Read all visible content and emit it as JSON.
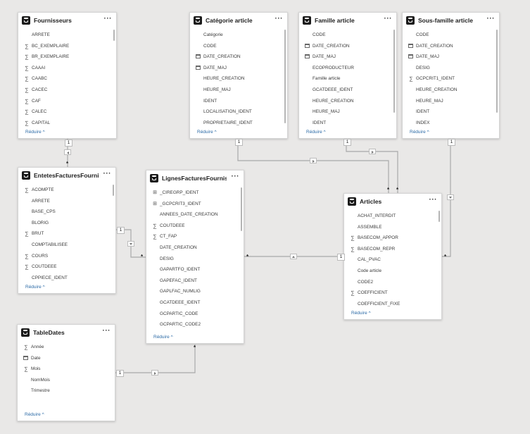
{
  "labels": {
    "collapse": "Réduire ^"
  },
  "cardinality": {
    "one": "1",
    "many": "*"
  },
  "icons": {
    "more": "more-options-icon",
    "table": "table-icon",
    "sum": "sum-icon",
    "calendar": "calendar-icon",
    "geo": "geo-hierarchy-icon"
  },
  "tables": [
    {
      "id": "fournisseurs",
      "title": "Fournisseurs",
      "fields": [
        {
          "name": "ARRETE",
          "icon": ""
        },
        {
          "name": "BC_EXEMPLAIRE",
          "icon": "sum"
        },
        {
          "name": "BR_EXEMPLAIRE",
          "icon": "sum"
        },
        {
          "name": "CAAAI",
          "icon": "sum"
        },
        {
          "name": "CAABC",
          "icon": "sum"
        },
        {
          "name": "CACEC",
          "icon": "sum"
        },
        {
          "name": "CAF",
          "icon": "sum"
        },
        {
          "name": "CALEC",
          "icon": "sum"
        },
        {
          "name": "CAPITAL",
          "icon": "sum"
        }
      ]
    },
    {
      "id": "categorie",
      "title": "Catégorie article",
      "fields": [
        {
          "name": "Catégorie",
          "icon": ""
        },
        {
          "name": "CODE",
          "icon": ""
        },
        {
          "name": "DATE_CREATION",
          "icon": "cal"
        },
        {
          "name": "DATE_MAJ",
          "icon": "cal"
        },
        {
          "name": "HEURE_CREATION",
          "icon": ""
        },
        {
          "name": "HEURE_MAJ",
          "icon": ""
        },
        {
          "name": "IDENT",
          "icon": ""
        },
        {
          "name": "LOCALISATION_IDENT",
          "icon": ""
        },
        {
          "name": "PROPRIETAIRE_IDENT",
          "icon": ""
        }
      ]
    },
    {
      "id": "famille",
      "title": "Famille article",
      "fields": [
        {
          "name": "CODE",
          "icon": ""
        },
        {
          "name": "DATE_CREATION",
          "icon": "cal"
        },
        {
          "name": "DATE_MAJ",
          "icon": "cal"
        },
        {
          "name": "ECOPRODUCTEUR",
          "icon": ""
        },
        {
          "name": "Famille article",
          "icon": ""
        },
        {
          "name": "GCATDEEE_IDENT",
          "icon": ""
        },
        {
          "name": "HEURE_CREATION",
          "icon": ""
        },
        {
          "name": "HEURE_MAJ",
          "icon": ""
        },
        {
          "name": "IDENT",
          "icon": ""
        }
      ]
    },
    {
      "id": "sousfamille",
      "title": "Sous-famille article",
      "fields": [
        {
          "name": "CODE",
          "icon": ""
        },
        {
          "name": "DATE_CREATION",
          "icon": "cal"
        },
        {
          "name": "DATE_MAJ",
          "icon": "cal"
        },
        {
          "name": "DESIG",
          "icon": ""
        },
        {
          "name": "GCPCRIT1_IDENT",
          "icon": "sum"
        },
        {
          "name": "HEURE_CREATION",
          "icon": ""
        },
        {
          "name": "HEURE_MAJ",
          "icon": ""
        },
        {
          "name": "IDENT",
          "icon": ""
        },
        {
          "name": "INDEX",
          "icon": ""
        }
      ]
    },
    {
      "id": "entetes",
      "title": "EntetesFacturesFourniss...",
      "fields": [
        {
          "name": "ACOMPTE",
          "icon": "sum"
        },
        {
          "name": "ARRETE",
          "icon": ""
        },
        {
          "name": "BASE_CPS",
          "icon": ""
        },
        {
          "name": "BLORIG",
          "icon": ""
        },
        {
          "name": "BRUT",
          "icon": "sum"
        },
        {
          "name": "COMPTABILISEE",
          "icon": ""
        },
        {
          "name": "COURS",
          "icon": "sum"
        },
        {
          "name": "COUTDEEE",
          "icon": "sum"
        },
        {
          "name": "CPPIECE_IDENT",
          "icon": ""
        }
      ]
    },
    {
      "id": "lignes",
      "title": "LignesFacturesFourniss...",
      "fields": [
        {
          "name": "_CIREGRP_IDENT",
          "icon": "geo"
        },
        {
          "name": "_GCPCRIT3_IDENT",
          "icon": "geo"
        },
        {
          "name": "ANNEES_DATE_CREATION",
          "icon": ""
        },
        {
          "name": "COUTDEEE",
          "icon": "sum"
        },
        {
          "name": "CT_FAP",
          "icon": "sum"
        },
        {
          "name": "DATE_CREATION",
          "icon": ""
        },
        {
          "name": "DESIG",
          "icon": ""
        },
        {
          "name": "GAPARTFO_IDENT",
          "icon": ""
        },
        {
          "name": "GAPEFAC_IDENT",
          "icon": ""
        },
        {
          "name": "GAPLFAC_NUMLIG",
          "icon": ""
        },
        {
          "name": "GCATDEEE_IDENT",
          "icon": ""
        },
        {
          "name": "GCPARTIC_CODE",
          "icon": ""
        },
        {
          "name": "GCPARTIC_CODE2",
          "icon": ""
        }
      ]
    },
    {
      "id": "articles",
      "title": "Articles",
      "fields": [
        {
          "name": "ACHAT_INTERDIT",
          "icon": ""
        },
        {
          "name": "ASSEMBLE",
          "icon": ""
        },
        {
          "name": "BASECOM_APPOR",
          "icon": "sum"
        },
        {
          "name": "BASECOM_REPR",
          "icon": "sum"
        },
        {
          "name": "CAL_PVAC",
          "icon": ""
        },
        {
          "name": "Code article",
          "icon": ""
        },
        {
          "name": "CODE2",
          "icon": ""
        },
        {
          "name": "COEFFICIENT",
          "icon": "sum"
        },
        {
          "name": "COEFFICIENT_FIXE",
          "icon": ""
        }
      ]
    },
    {
      "id": "tabledates",
      "title": "TableDates",
      "fields": [
        {
          "name": "Année",
          "icon": "sum"
        },
        {
          "name": "Date",
          "icon": "cal"
        },
        {
          "name": "Mois",
          "icon": "sum"
        },
        {
          "name": "NomMois",
          "icon": ""
        },
        {
          "name": "Trimestre",
          "icon": ""
        }
      ]
    }
  ]
}
